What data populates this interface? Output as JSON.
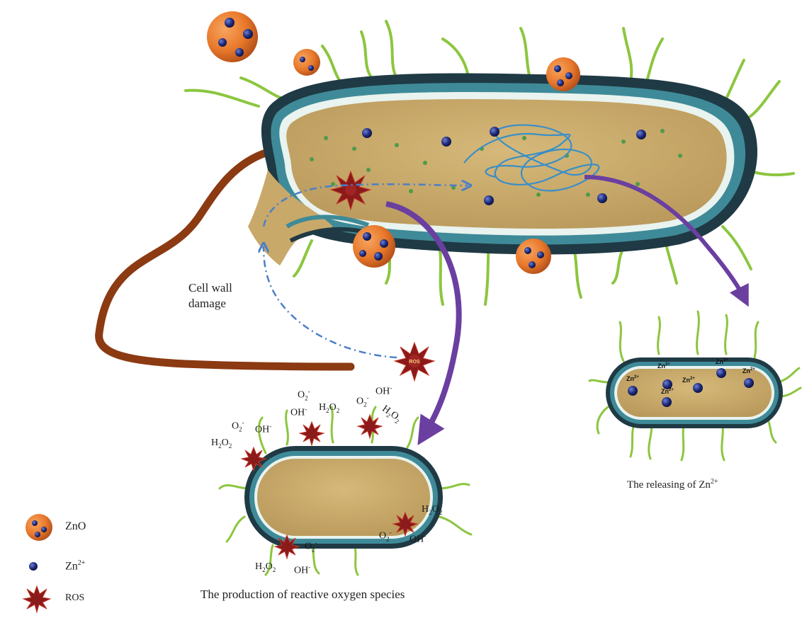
{
  "labels": {
    "cell_wall_damage_line1": "Cell wall",
    "cell_wall_damage_line2": "damage",
    "releasing_caption": "The releasing of Zn",
    "releasing_caption_sup": "2+",
    "production_caption": "The production of reactive oxygen species",
    "ros_marker": "ROS"
  },
  "legend": {
    "items": [
      {
        "label": "ZnO",
        "icon": "zno-particle-icon"
      },
      {
        "label": "Zn",
        "sup": "2+",
        "icon": "zinc-ion-icon"
      },
      {
        "label": "ROS",
        "icon": "ros-star-icon"
      }
    ]
  },
  "species": {
    "o2": {
      "main": "O",
      "sub": "2",
      "sup": "-"
    },
    "oh": {
      "main": "OH",
      "sup": "-"
    },
    "h2o2": {
      "main": "H",
      "sub": "2",
      "mid": "O",
      "sub2": "2"
    }
  },
  "zn_ion_label": {
    "main": "Zn",
    "sup": "2+"
  },
  "colors": {
    "cytoplasm": "#c8a96a",
    "outer_wall": "#1f3a44",
    "mid_wall": "#3f8a98",
    "inner_wall": "#e9f3ef",
    "pili": "#8cc63f",
    "flagellum": "#8b3a12",
    "zno": "#e8782a",
    "zinc_ion": "#1c2a78",
    "ros": "#8b1a1a",
    "arrow_purple": "#6a3fa0",
    "arrow_dash": "#4a7fc9"
  }
}
